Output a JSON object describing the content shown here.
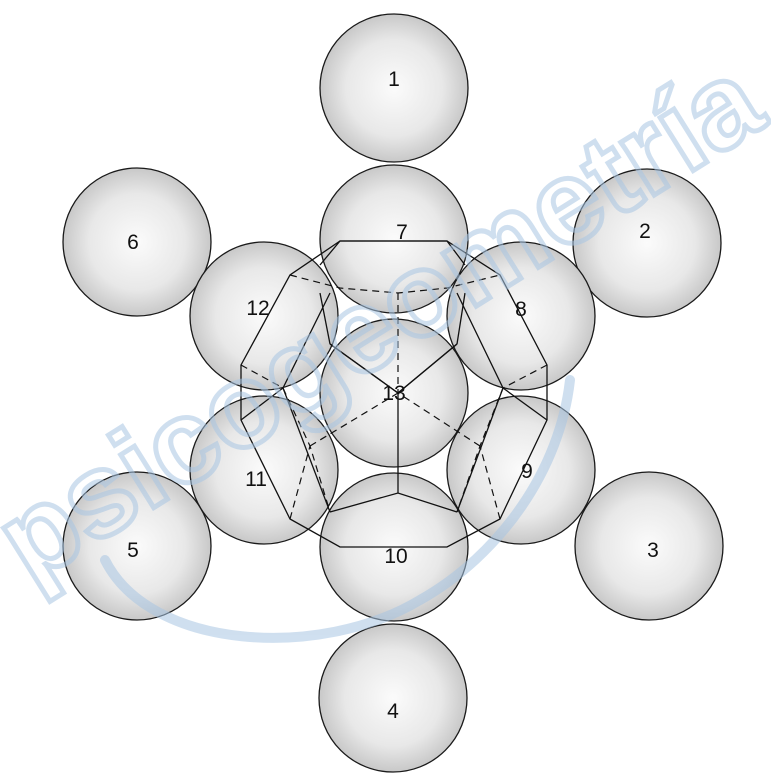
{
  "diagram": {
    "spheres": [
      {
        "label": "1"
      },
      {
        "label": "2"
      },
      {
        "label": "3"
      },
      {
        "label": "4"
      },
      {
        "label": "5"
      },
      {
        "label": "6"
      },
      {
        "label": "7"
      },
      {
        "label": "8"
      },
      {
        "label": "9"
      },
      {
        "label": "10"
      },
      {
        "label": "11"
      },
      {
        "label": "12"
      },
      {
        "label": "13"
      }
    ],
    "watermark": "psicogeometría",
    "colors": {
      "sphere_fill_light": "#fbfbfb",
      "sphere_fill_dark": "#c8c8c8",
      "stroke": "#1a1a1a",
      "watermark": "#a9c6e3"
    }
  }
}
